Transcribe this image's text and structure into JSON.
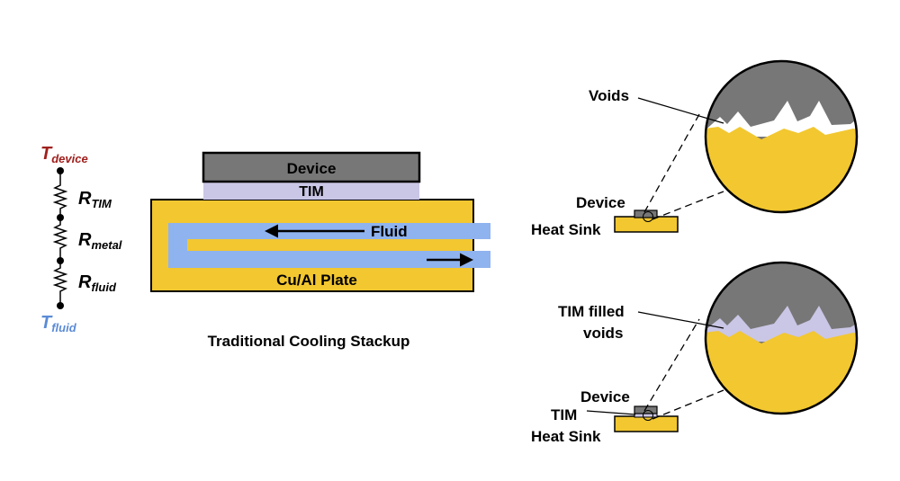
{
  "colors": {
    "device": "#777777",
    "tim": "#cac6e6",
    "plate": "#f2c730",
    "fluid": "#8fb3ee",
    "t_device": "#a0201d",
    "t_fluid": "#5b8bd6",
    "outline": "#000000"
  },
  "circuit": {
    "t_device": {
      "main": "T",
      "sub": "device"
    },
    "r_tim": {
      "main": "R",
      "sub": "TIM"
    },
    "r_metal": {
      "main": "R",
      "sub": "metal"
    },
    "r_fluid": {
      "main": "R",
      "sub": "fluid"
    },
    "t_fluid": {
      "main": "T",
      "sub": "fluid"
    }
  },
  "stackup": {
    "device_label": "Device",
    "tim_label": "TIM",
    "fluid_label": "Fluid",
    "plate_label": "Cu/Al Plate",
    "caption": "Traditional Cooling Stackup"
  },
  "top_detail": {
    "voids_label": "Voids",
    "device_label": "Device",
    "heatsink_label": "Heat Sink"
  },
  "bottom_detail": {
    "filled_label_line1": "TIM filled",
    "filled_label_line2": "voids",
    "device_label": "Device",
    "tim_label": "TIM",
    "heatsink_label": "Heat Sink"
  }
}
